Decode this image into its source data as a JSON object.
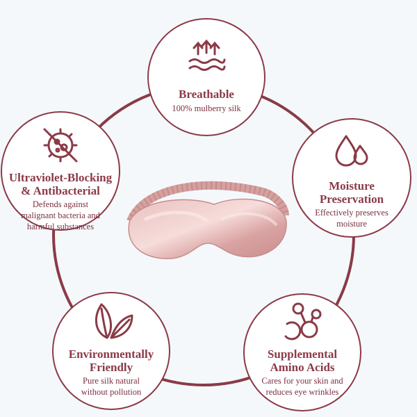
{
  "colors": {
    "accent": "#8b3a47",
    "background": "#f4f8fb",
    "mask": "#dca7a6"
  },
  "features": {
    "breathable": {
      "icon": "heat-waves-arrows-icon",
      "title": "Breathable",
      "desc": "100% mulberry silk"
    },
    "uv": {
      "icon": "no-bacteria-icon",
      "title": "Ultraviolet-Blocking\n& Antibacterial",
      "desc": "Defends against\nmalignant bacteria and\nharmful substances"
    },
    "moisture": {
      "icon": "water-drops-icon",
      "title": "Moisture\nPreservation",
      "desc": "Effectively preserves\nmoisture"
    },
    "environment": {
      "icon": "leaves-icon",
      "title": "Environmentally\nFriendly",
      "desc": "Pure silk natural\nwithout pollution"
    },
    "amino": {
      "icon": "molecule-icon",
      "title": "Supplemental\nAmino Acids",
      "desc": "Cares for your skin and\nreduces eye wrinkles"
    }
  },
  "product": {
    "icon": "silk-sleep-mask-image"
  }
}
